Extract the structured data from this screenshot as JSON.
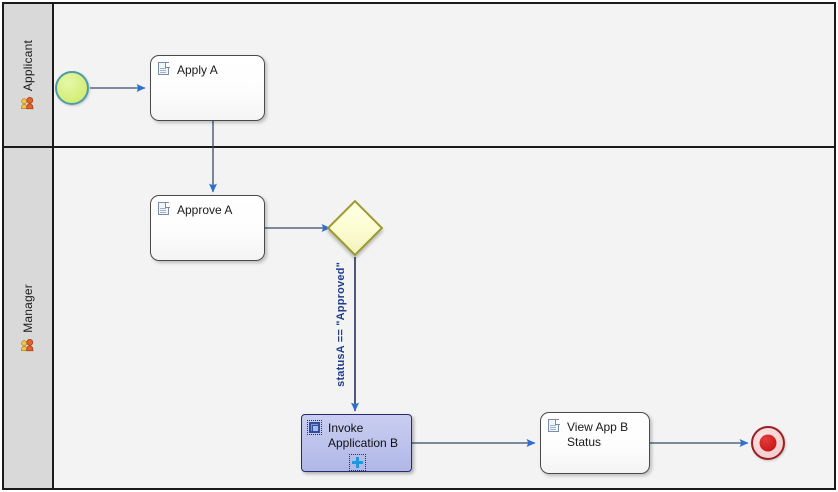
{
  "diagram": {
    "type": "bpmn-process",
    "pool": {
      "background": "#f3f3f3",
      "border_color": "#1a1a1a"
    },
    "lanes": [
      {
        "id": "lane-applicant",
        "label": "Applicant",
        "icon": "role-person-icon",
        "header_background": "#d9d9d9"
      },
      {
        "id": "lane-manager",
        "label": "Manager",
        "icon": "role-person-icon",
        "header_background": "#d9d9d9"
      }
    ],
    "events": {
      "start": {
        "name": "start-event",
        "fill": "#d6ef7d",
        "stroke": "#4f9aa8"
      },
      "end": {
        "name": "end-event",
        "fill": "#f6d2d2",
        "stroke": "#9b1d22",
        "core_fill": "#cc1a1a"
      }
    },
    "gateway": {
      "name": "exclusive-gateway",
      "fill": "#fcfcd2",
      "stroke": "#9a9b2b"
    },
    "tasks": [
      {
        "id": "task-apply-a",
        "label": "Apply A",
        "icon": "user-task-document-icon",
        "lane": "Applicant",
        "selected": false
      },
      {
        "id": "task-approve-a",
        "label": "Approve A",
        "icon": "user-task-document-icon",
        "lane": "Manager",
        "selected": false
      },
      {
        "id": "task-invoke-application-b",
        "label": "Invoke\nApplication B",
        "icon": "service-task-icon",
        "lane": "Manager",
        "selected": true,
        "marker": "sub-process-plus-marker",
        "fill": "#bcc2ec",
        "stroke": "#2b2b6e"
      },
      {
        "id": "task-view-app-b-status",
        "label": "View App B\nStatus",
        "icon": "user-task-document-icon",
        "lane": "Manager",
        "selected": false
      }
    ],
    "flows": [
      {
        "id": "flow-start-to-apply",
        "from": "start-event",
        "to": "task-apply-a",
        "label": ""
      },
      {
        "id": "flow-apply-to-approve",
        "from": "task-apply-a",
        "to": "task-approve-a",
        "label": ""
      },
      {
        "id": "flow-approve-to-gateway",
        "from": "task-approve-a",
        "to": "exclusive-gateway",
        "label": ""
      },
      {
        "id": "flow-gateway-to-invoke",
        "from": "exclusive-gateway",
        "to": "task-invoke-application-b",
        "label": "statusA == \"Approved\""
      },
      {
        "id": "flow-invoke-to-view",
        "from": "task-invoke-application-b",
        "to": "task-view-app-b-status",
        "label": ""
      },
      {
        "id": "flow-view-to-end",
        "from": "task-view-app-b-status",
        "to": "end-event",
        "label": ""
      }
    ],
    "colors": {
      "connector_line": "#3a4a6b",
      "connector_arrow": "#2f6fd0",
      "condition_label": "#1f3d8a"
    }
  }
}
